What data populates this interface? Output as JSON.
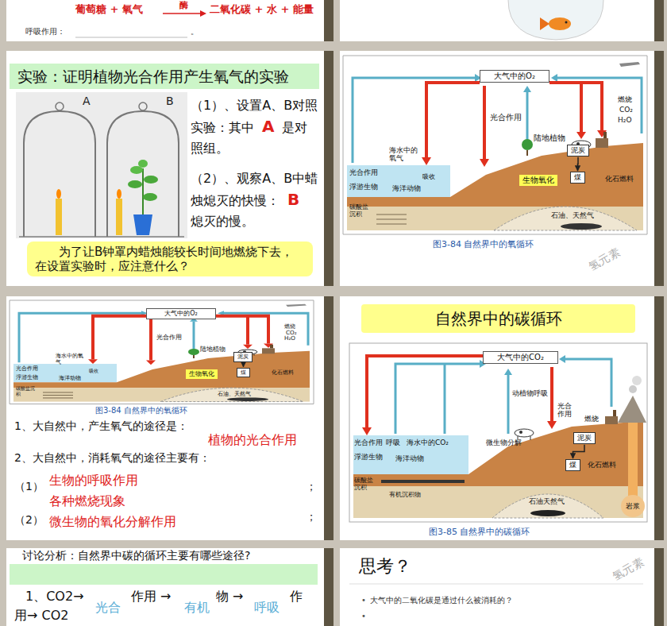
{
  "diagram": {
    "nodes": [
      {
        "text": [
          "实验：证明植物光合作用产生氧气的实验"
        ]
      },
      {
        "text": [
          "为了让B钟罩内蜡烛能较长时间地燃烧下去，在设置实验时，应注意什么？"
        ]
      },
      {
        "text": [
          "大气中的O₂"
        ]
      },
      {
        "text": [
          "生物氧化"
        ]
      },
      {
        "text": [
          "泥炭"
        ]
      },
      {
        "text": [
          "煤"
        ]
      },
      {
        "text": [
          "大气中的O₂"
        ]
      },
      {
        "text": [
          "生物氧化"
        ]
      },
      {
        "text": [
          "泥炭"
        ]
      },
      {
        "text": [
          "煤"
        ]
      },
      {
        "text": [
          "自然界中的碳循环"
        ]
      },
      {
        "text": [
          "大气中的CO₂"
        ]
      },
      {
        "text": [
          "泥炭"
        ]
      },
      {
        "text": [
          "煤"
        ]
      }
    ],
    "edges": [
      {
        "from": 4,
        "to": 5,
        "arrow": "to"
      },
      {
        "from": 8,
        "to": 9,
        "arrow": "to"
      },
      {
        "from": 12,
        "to": 13,
        "arrow": "to"
      }
    ],
    "labels": [
      "葡萄糖 + 氧气",
      "酶",
      "二氧化碳 + 水 + 能量",
      "呼吸作用：",
      "。",
      "A",
      "B",
      "（1）、设置A、B对照实验：其中",
      "A",
      "是对照组。",
      "（2）、观察A、B中蜡烛熄灭的快慢：",
      "B",
      "熄灭的慢。",
      "光合作用",
      "燃烧",
      "CO₂",
      "H₂O",
      "陆地植物",
      "海水中的氧气",
      "吸收",
      "光合作用",
      "浮游生物",
      "海洋动物",
      "化石燃料",
      "碳酸盐沉积",
      "石油、天然气",
      "图3-84 自然界中的氧循环",
      "光合作用",
      "燃烧",
      "CO₂",
      "H₂O",
      "陆地植物",
      "海水中的氧气",
      "吸收",
      "光合作用",
      "浮游生物",
      "海洋动物",
      "化石燃料",
      "碳酸盐沉积",
      "石油、天然气",
      "图3-84 自然界中的氧循环",
      "1、大自然中，产生氧气的途径是：",
      "植物的光合作用",
      "2、大自然中，消耗氧气的途径主要有：",
      "（1）",
      "生物的呼吸作用",
      "；",
      "各种燃烧现象",
      "（2）",
      "微生物的氧化分解作用",
      "；",
      "动植物呼吸",
      "光合作用",
      "燃烧",
      "化石燃料",
      "光合作用",
      "呼吸",
      "海水中的CO₂",
      "微生物分解",
      "浮游生物",
      "海洋动物",
      "碳酸盐沉积",
      "有机沉积物",
      "石油天然气",
      "岩浆",
      "图3-85 自然界中的碳循环",
      "讨论分析：自然界中碳的循环主要有哪些途径?",
      "1、CO2→",
      "光合",
      "作用 →",
      "有机",
      "物 →",
      "呼吸",
      "作",
      "用→ CO2",
      "思考？",
      "•",
      "大气中的二氧化碳是通过什么被消耗的？",
      "•",
      "氢元素",
      "氢元素"
    ]
  }
}
